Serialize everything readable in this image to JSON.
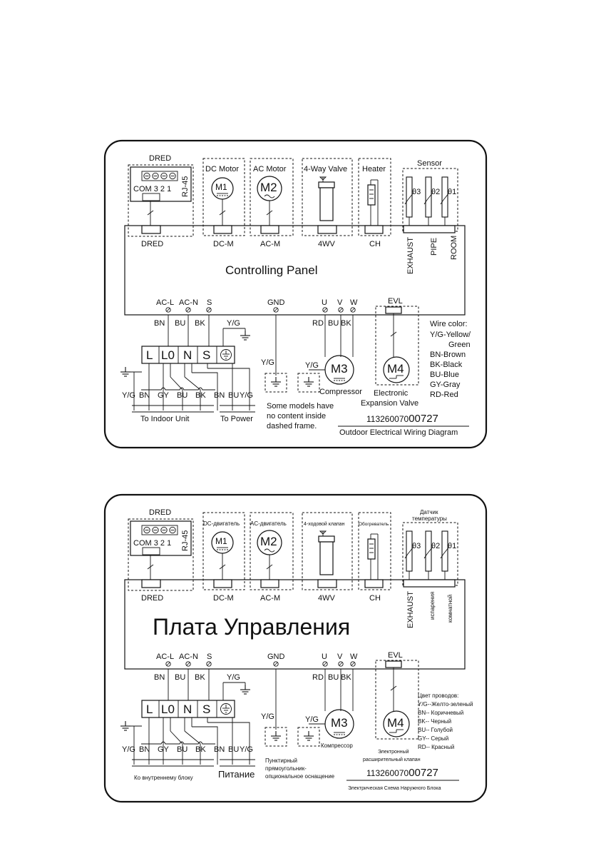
{
  "english": {
    "dred_title": "DRED",
    "rj45": "RJ-45",
    "com_label": "COM 3  2  1",
    "dc_motor": "DC Motor",
    "ac_motor": "AC Motor",
    "four_way_valve": "4-Way Valve",
    "heater": "Heater",
    "sensor": "Sensor",
    "m1": "M1",
    "m2": "M2",
    "m3": "M3",
    "m4": "M4",
    "t3": "θ3",
    "t2": "θ2",
    "t1": "θ1",
    "conn_dred": "DRED",
    "conn_dcm": "DC-M",
    "conn_acm": "AC-M",
    "conn_4wv": "4WV",
    "conn_ch": "CH",
    "exhaust": "EXHAUST",
    "pipe": "PIPE",
    "room": "ROOM",
    "panel_title": "Controlling Panel",
    "acl": "AC-L",
    "acn": "AC-N",
    "s": "S",
    "gnd": "GND",
    "u": "U",
    "v": "V",
    "w": "W",
    "evl": "EVL",
    "bn": "BN",
    "bu": "BU",
    "bk": "BK",
    "rd": "RD",
    "yg": "Y/G",
    "gy": "GY",
    "term_l": "L",
    "term_l0": "L0",
    "term_n": "N",
    "term_s": "S",
    "compressor": "Compressor",
    "evalve_1": "Electronic",
    "evalve_2": "Expansion Valve",
    "to_indoor": "To Indoor Unit",
    "to_power": "To Power",
    "note_1": "Some models have",
    "note_2": "no content inside",
    "note_3": "dashed frame.",
    "code_a": "113260070",
    "code_b": "00727",
    "diagram_title": "Outdoor Electrical Wiring Diagram",
    "wire_color": "Wire color:",
    "legend_1": "Y/G-Yellow/",
    "legend_1b": "Green",
    "legend_2": "BN-Brown",
    "legend_3": "BK-Black",
    "legend_4": "BU-Blue",
    "legend_5": "GY-Gray",
    "legend_6": "RD-Red"
  },
  "russian": {
    "dred_title": "DRED",
    "rj45": "RJ-45",
    "com_label": "COM 3  2  1",
    "dc_motor": "DC-двигатель",
    "ac_motor": "AC-двигатель",
    "four_way_valve": "4-ходовой клапан",
    "heater": "Обогреватель",
    "sensor_1": "Датчик",
    "sensor_2": "температуры",
    "m1": "M1",
    "m2": "M2",
    "m3": "M3",
    "m4": "M4",
    "t3": "θ3",
    "t2": "θ2",
    "t1": "θ1",
    "conn_dred": "DRED",
    "conn_dcm": "DC-M",
    "conn_acm": "AC-M",
    "conn_4wv": "4WV",
    "conn_ch": "CH",
    "exhaust": "EXHAUST",
    "pipe": "испарения",
    "room": "комнатной",
    "panel_title": "Плата Управления",
    "acl": "AC-L",
    "acn": "AC-N",
    "s": "S",
    "gnd": "GND",
    "u": "U",
    "v": "V",
    "w": "W",
    "evl": "EVL",
    "bn": "BN",
    "bu": "BU",
    "bk": "BK",
    "rd": "RD",
    "yg": "Y/G",
    "gy": "GY",
    "term_l": "L",
    "term_l0": "L0",
    "term_n": "N",
    "term_s": "S",
    "compressor": "Компрессор",
    "evalve_1": "Электронный",
    "evalve_2": "расширительный клапан",
    "to_indoor": "Ко внутреннему блоку",
    "to_power": "Питание",
    "note_1": "Пунктирный",
    "note_2": "прямоугольник-",
    "note_3": "опциональное оснащение",
    "code_a": "113260070",
    "code_b": "00727",
    "diagram_title": "Электрическая Схема Наружного Блока",
    "wire_color": "Цвет проводов:",
    "legend_1": "Y/G--Желто-зеленый",
    "legend_2": "BN-- Коричневый",
    "legend_3": "BK-- Черный",
    "legend_4": "BU-- Голубой",
    "legend_5": "GY-- Серый",
    "legend_6": "RD-- Красный"
  }
}
